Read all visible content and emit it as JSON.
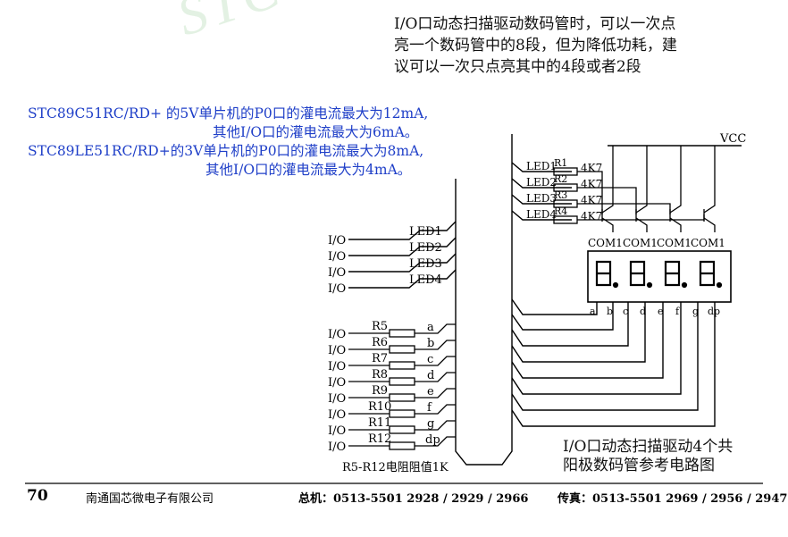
{
  "watermark": "STC  M",
  "top_note": [
    "I/O口动态扫描驱动数码管时，可以一次点",
    "亮一个数码管中的8段，但为降低功耗，建",
    "议可以一次只点亮其中的4段或者2段"
  ],
  "blue_notes": {
    "line1": "STC89C51RC/RD+ 的5V单片机的P0口的灌电流最大为12mA,",
    "line2": "其他I/O口的灌电流最大为6mA。",
    "line3": "STC89LE51RC/RD+的3V单片机的P0口的灌电流最大为8mA,",
    "line4": "其他I/O口的灌电流最大为4mA。"
  },
  "circuit": {
    "vcc": "VCC",
    "io_label": "I/O",
    "left_leds": [
      "LED1",
      "LED2",
      "LED3",
      "LED4"
    ],
    "resistors": [
      "R5",
      "R6",
      "R7",
      "R8",
      "R9",
      "R10",
      "R11",
      "R12"
    ],
    "segments": [
      "a",
      "b",
      "c",
      "d",
      "e",
      "f",
      "g",
      "dp"
    ],
    "right_leds": [
      "LED1",
      "LED2",
      "LED3",
      "LED4"
    ],
    "right_resistors": [
      "R1",
      "R2",
      "R3",
      "R4"
    ],
    "right_resistor_value": "4K7",
    "com_labels": [
      "COM1",
      "COM1",
      "COM1",
      "COM1"
    ],
    "resistor_note": "R5-R12电阻阻值1K"
  },
  "caption": [
    "I/O口动态扫描驱动4个共",
    "阳极数码管参考电路图"
  ],
  "footer": {
    "page": "70",
    "company": "南通国芯微电子有限公司",
    "phone": "总机：0513-5501 2928 / 2929 / 2966",
    "fax": "传真：0513-5501 2969 / 2956 / 2947"
  }
}
